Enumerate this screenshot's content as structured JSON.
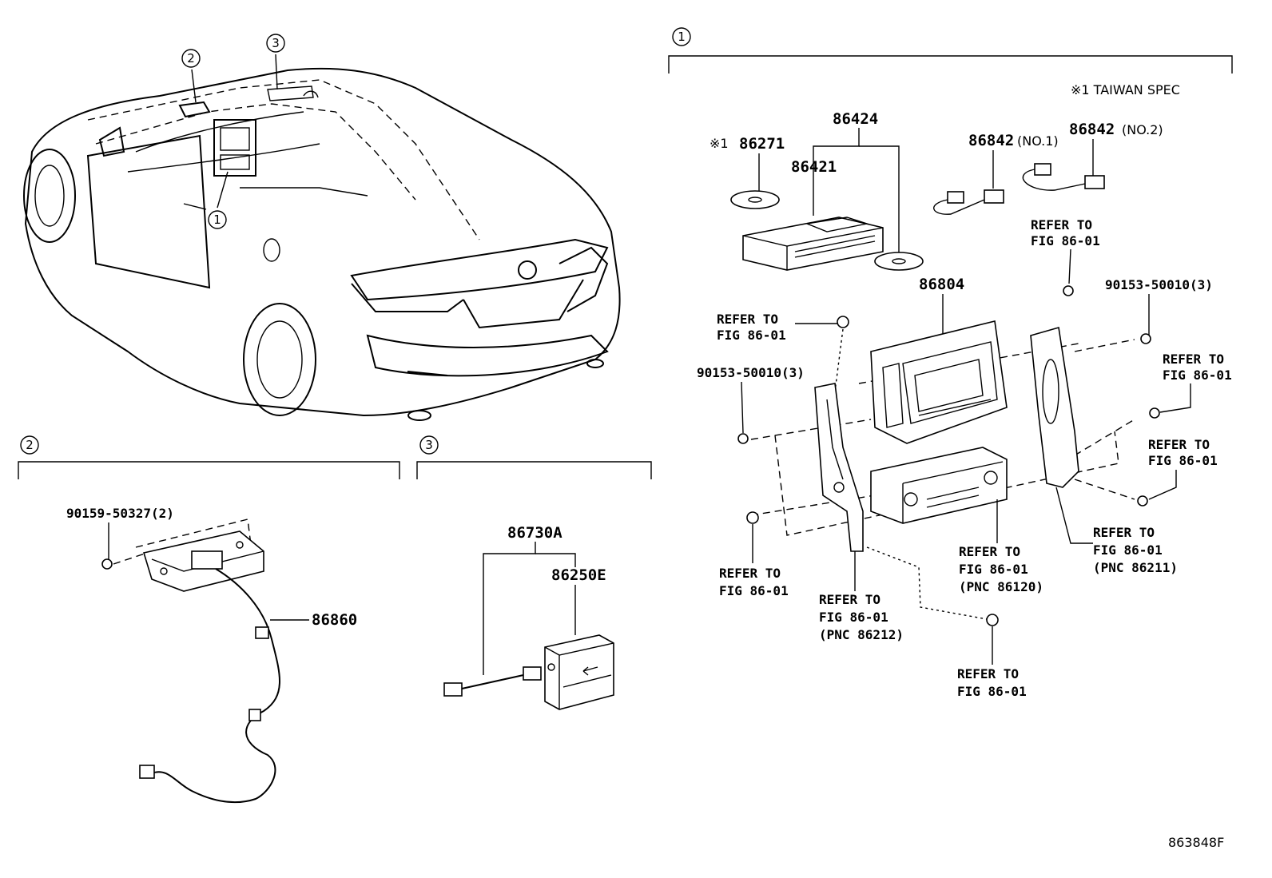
{
  "diagram_id": "863848F",
  "note_taiwan": "※1 TAIWAN SPEC",
  "callouts": {
    "one": "1",
    "two": "2",
    "three": "3"
  },
  "group1": {
    "p86424": "86424",
    "p86271_prefix": "※1",
    "p86271": "86271",
    "p86421": "86421",
    "p86842": "86842",
    "no1": "(NO.1)",
    "no2": "(NO.2)",
    "p86804": "86804",
    "p90153_a": "90153-50010(3)",
    "p90153_b": "90153-50010(3)",
    "refer_to": "REFER TO",
    "fig": "FIG 86-01",
    "pnc_86120": "(PNC 86120)",
    "pnc_86211": "(PNC 86211)",
    "pnc_86212": "(PNC 86212)"
  },
  "group2": {
    "p90159": "90159-50327(2)",
    "p86860": "86860"
  },
  "group3": {
    "p86730A": "86730A",
    "p86250E": "86250E"
  }
}
